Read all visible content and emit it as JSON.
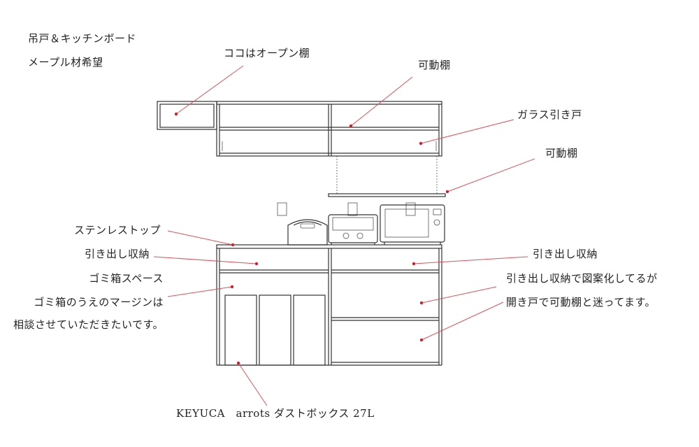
{
  "title_lines": [
    "吊戸＆キッチンボード",
    "メープル材希望"
  ],
  "labels": {
    "open_shelf": "ココはオープン棚",
    "movable_shelf_top": "可動棚",
    "glass_door": "ガラス引き戸",
    "movable_shelf_mid": "可動棚",
    "stainless_top": "ステンレストップ",
    "drawer_left": "引き出し収納",
    "trash_space": "ゴミ箱スペース",
    "trash_margin_1": "ゴミ箱のうえのマージンは",
    "trash_margin_2": "相談させていただきたいです。",
    "drawer_right": "引き出し収納",
    "note_1": "引き出し収納で図案化してるが",
    "note_2": "開き戸で可動棚と迷ってます。",
    "dustbox": "KEYUCA　arrots ダストボックス 27L"
  },
  "colors": {
    "line": "#333333",
    "leader": "#e0505a",
    "dot": "#d0202a"
  }
}
